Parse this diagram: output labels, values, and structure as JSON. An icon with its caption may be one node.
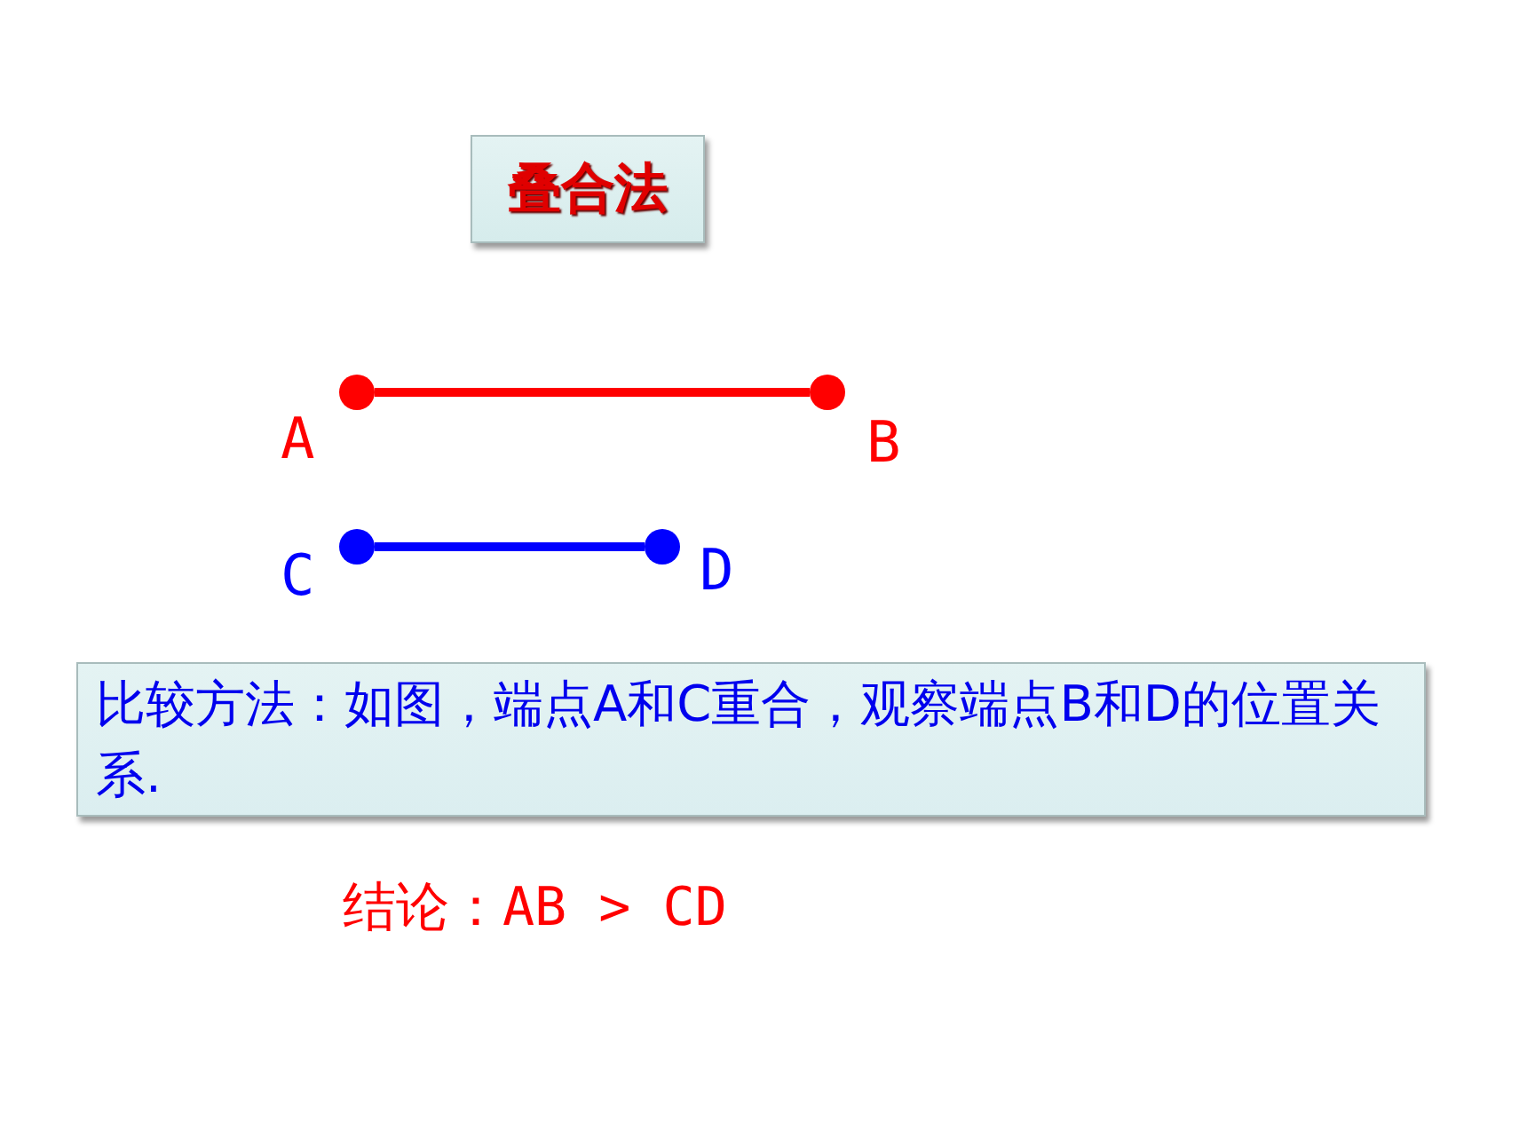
{
  "diagram": {
    "nodes": [
      {
        "text": [
          "叠合法"
        ]
      },
      {
        "text": [],
        "shape": "circle"
      },
      {
        "text": [],
        "shape": "circle"
      },
      {
        "text": [],
        "shape": "circle"
      },
      {
        "text": [],
        "shape": "circle"
      },
      {
        "text": [
          "比较方法：如图，端点A和C重合，观察端点B和D的位置关系."
        ]
      }
    ],
    "edges": [
      {
        "from": 1,
        "to": 2,
        "arrow": "none",
        "color": "#ff0000"
      },
      {
        "from": 3,
        "to": 4,
        "arrow": "none",
        "color": "#0000ff"
      }
    ],
    "labels": [
      "A",
      "B",
      "C",
      "D",
      "结论：AB > CD"
    ]
  }
}
